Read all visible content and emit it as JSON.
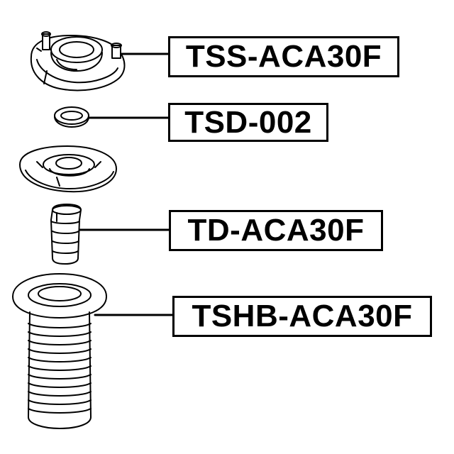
{
  "parts": [
    {
      "part_number": "TSS-ACA30F",
      "icon": "strut-mount-icon"
    },
    {
      "part_number": "TSD-002",
      "icon": "bearing-ring-icon"
    },
    {
      "part_number": "",
      "icon": "spring-seat-icon"
    },
    {
      "part_number": "TD-ACA30F",
      "icon": "bump-stop-icon"
    },
    {
      "part_number": "TSHB-ACA30F",
      "icon": "dust-boot-icon"
    }
  ],
  "colors": {
    "line": "#000000",
    "background": "#ffffff"
  }
}
